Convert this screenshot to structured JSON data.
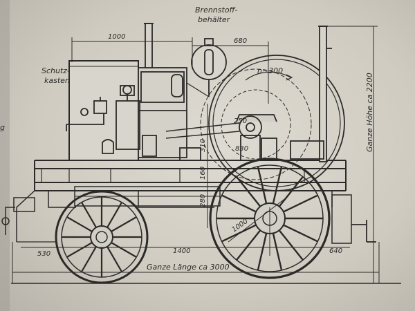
{
  "labels": {
    "fuel_tank_line1": "Brennstoff-",
    "fuel_tank_line2": "behälter",
    "guard_box_line1": "Schutz-",
    "guard_box_line2": "kasten",
    "left_edge_fragment": "g",
    "speed": "n~300",
    "total_height": "Ganze Höhe ca 2200",
    "total_length": "Ganze Länge ca 3000"
  },
  "dimensions": {
    "top_left": "1000",
    "top_right": "680",
    "flywheel_small": "250",
    "flywheel_large": "830",
    "vertical_310": "310",
    "vertical_160": "160",
    "vertical_280": "280",
    "wheel_diameter": "1000",
    "front_overhang": "530",
    "wheelbase": "1400",
    "rear_overhang": "640"
  }
}
